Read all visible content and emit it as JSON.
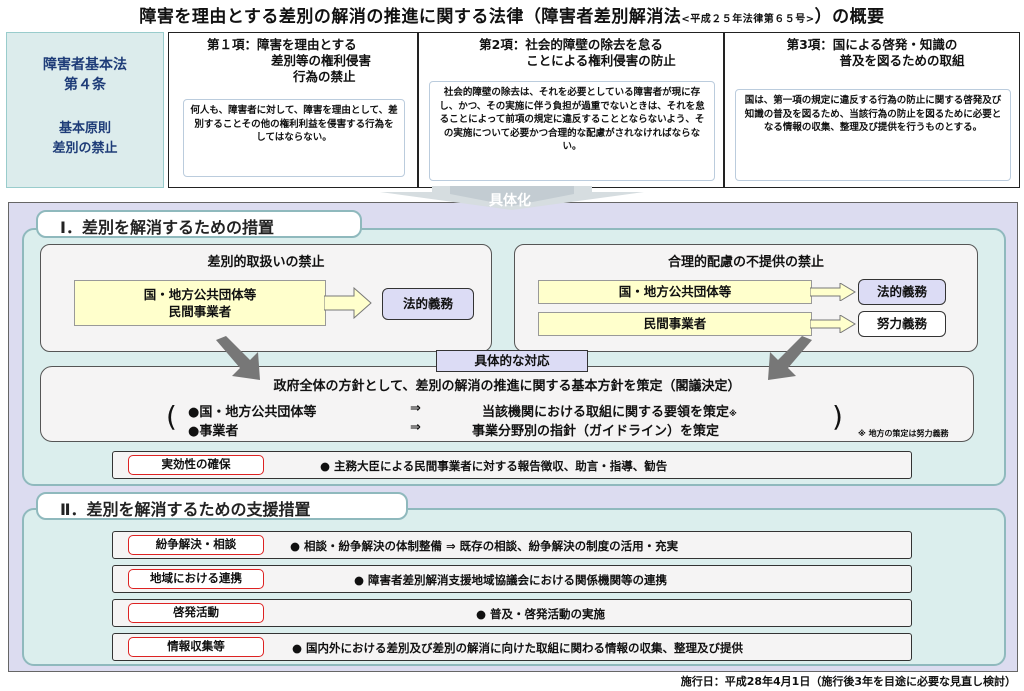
{
  "title": {
    "main": "障害を理由とする差別の解消の推進に関する法律（障害者差別解消法",
    "small": "<平成２５年法律第６５号>",
    "end": "）の概要"
  },
  "basic_law": {
    "line1": "障害者基本法",
    "line2": "第４条",
    "line3": "基本原則",
    "line4": "差別の禁止"
  },
  "sections": [
    {
      "head1": "第１項：障害を理由とする",
      "head2": "差別等の権利侵害",
      "head3": "行為の禁止",
      "body": "何人も、障害者に対して、障害を理由として、差別することその他の権利利益を侵害する行為をしてはならない。"
    },
    {
      "head1": "第2項：社会的障壁の除去を怠る",
      "head2": "ことによる権利侵害の防止",
      "body": "社会的障壁の除去は、それを必要としている障害者が現に存し、かつ、その実施に伴う負担が過重でないときは、それを怠ることによって前項の規定に違反することとならないよう、その実施について必要かつ合理的な配慮がされなければならない。"
    },
    {
      "head1": "第3項：国による啓発・知識の",
      "head2": "普及を図るための取組",
      "body": "国は、第一項の規定に違反する行為の防止に関する啓発及び知識の普及を図るため、当該行為の防止を図るために必要となる情報の収集、整理及び提供を行うものとする。"
    }
  ],
  "gutaika": "具体化",
  "part1": {
    "title": "Ⅰ．差別を解消するための措置",
    "left": {
      "head": "差別的取扱いの禁止",
      "entity1": "国・地方公共団体等",
      "entity2": "民間事業者",
      "duty": "法的義務"
    },
    "right": {
      "head": "合理的配慮の不提供の禁止",
      "entity1": "国・地方公共団体等",
      "duty1": "法的義務",
      "entity2": "民間事業者",
      "duty2": "努力義務"
    },
    "response": "具体的な対応",
    "policy": "政府全体の方針として、差別の解消の推進に関する基本方針を策定（閣議決定）",
    "row1_left": "●国・地方公共団体等",
    "row1_arrow": "⇒",
    "row1_right": "当該機関における取組に関する要領を策定",
    "row1_mark": "※",
    "row2_left": "●事業者",
    "row2_arrow": "⇒",
    "row2_right": "事業分野別の指針（ガイドライン）を策定",
    "note": "※ 地方の策定は努力義務",
    "effect_tag": "実効性の確保",
    "effect_text": "● 主務大臣による民間事業者に対する報告徴収、助言・指導、勧告"
  },
  "part2": {
    "title": "Ⅱ．差別を解消するための支援措置",
    "rows": [
      {
        "tag": "紛争解決・相談",
        "text": "● 相談・紛争解決の体制整備 ⇒ 既存の相談、紛争解決の制度の活用・充実"
      },
      {
        "tag": "地域における連携",
        "text": "● 障害者差別解消支援地域協議会における関係機関等の連携"
      },
      {
        "tag": "啓発活動",
        "text": "● 普及・啓発活動の実施"
      },
      {
        "tag": "情報収集等",
        "text": "● 国内外における差別及び差別の解消に向けた取組に関わる情報の収集、整理及び提供"
      }
    ]
  },
  "footer": "施行日：平成28年4月1日（施行後3年を目途に必要な見直し検討）"
}
